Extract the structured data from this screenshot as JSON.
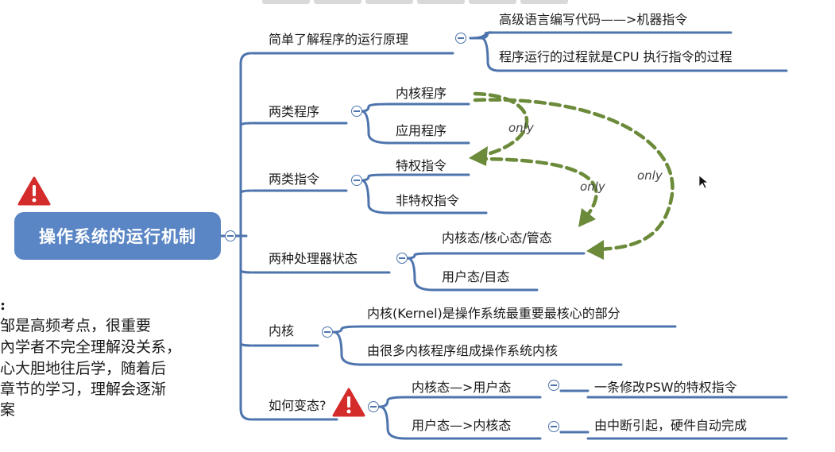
{
  "root": {
    "title": "操作系统的运行机制"
  },
  "branches": [
    {
      "label": "简单了解程序的运行原理",
      "children": [
        "高级语言编写代码——>机器指令",
        "程序运行的过程就是CPU 执行指令的过程"
      ]
    },
    {
      "label": "两类程序",
      "children": [
        "内核程序",
        "应用程序"
      ]
    },
    {
      "label": "两类指令",
      "children": [
        "特权指令",
        "非特权指令"
      ]
    },
    {
      "label": "两种处理器状态",
      "children": [
        "内核态/核心态/管态",
        "用户态/目态"
      ]
    },
    {
      "label": "内核",
      "children": [
        "内核(Kernel)是操作系统最重要最核心的部分",
        "由很多内核程序组成操作系统内核"
      ]
    },
    {
      "label": "如何变态?",
      "children": [
        {
          "label": "内核态—>用户态",
          "detail": "一条修改PSW的特权指令"
        },
        {
          "label": "用户态—>内核态",
          "detail": "由中断引起，硬件自动完成"
        }
      ]
    }
  ],
  "arrows": {
    "label": "only",
    "color": "#6b8a3a"
  },
  "note_lines": [
    ":",
    "邹是高频考点，很重要",
    "內学者不完全理解没关系，",
    "心大胆地往后学，随着后",
    "章节的学习，理解会逐渐",
    "案"
  ],
  "icons": [
    "warning-icon",
    "collapse-icon",
    "cursor-icon"
  ]
}
